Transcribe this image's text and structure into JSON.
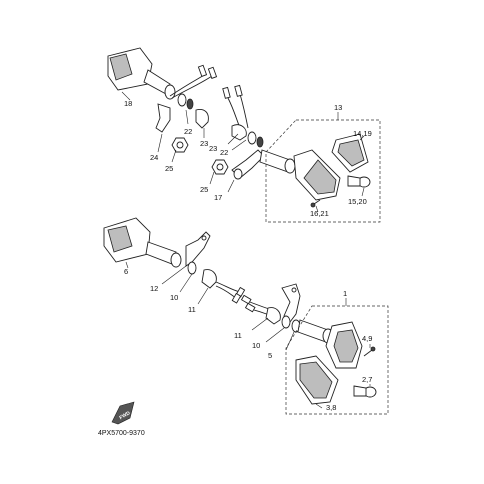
{
  "callouts": {
    "c18": "18",
    "c22a": "22",
    "c22b": "22",
    "c23a": "23",
    "c23b": "23",
    "c24": "24",
    "c25a": "25",
    "c25b": "25",
    "c17": "17",
    "c13": "13",
    "c14_19": "14,19",
    "c15_20": "15,20",
    "c16_21": "16,21",
    "c6": "6",
    "c12": "12",
    "c10a": "10",
    "c11a": "11",
    "c1": "1",
    "c11b": "11",
    "c10b": "10",
    "c5": "5",
    "c4_9": "4,9",
    "c2_7": "2,7",
    "c3_8": "3,8"
  },
  "fwd_label": "FWD",
  "diagram_code": "4PX5700-9370"
}
